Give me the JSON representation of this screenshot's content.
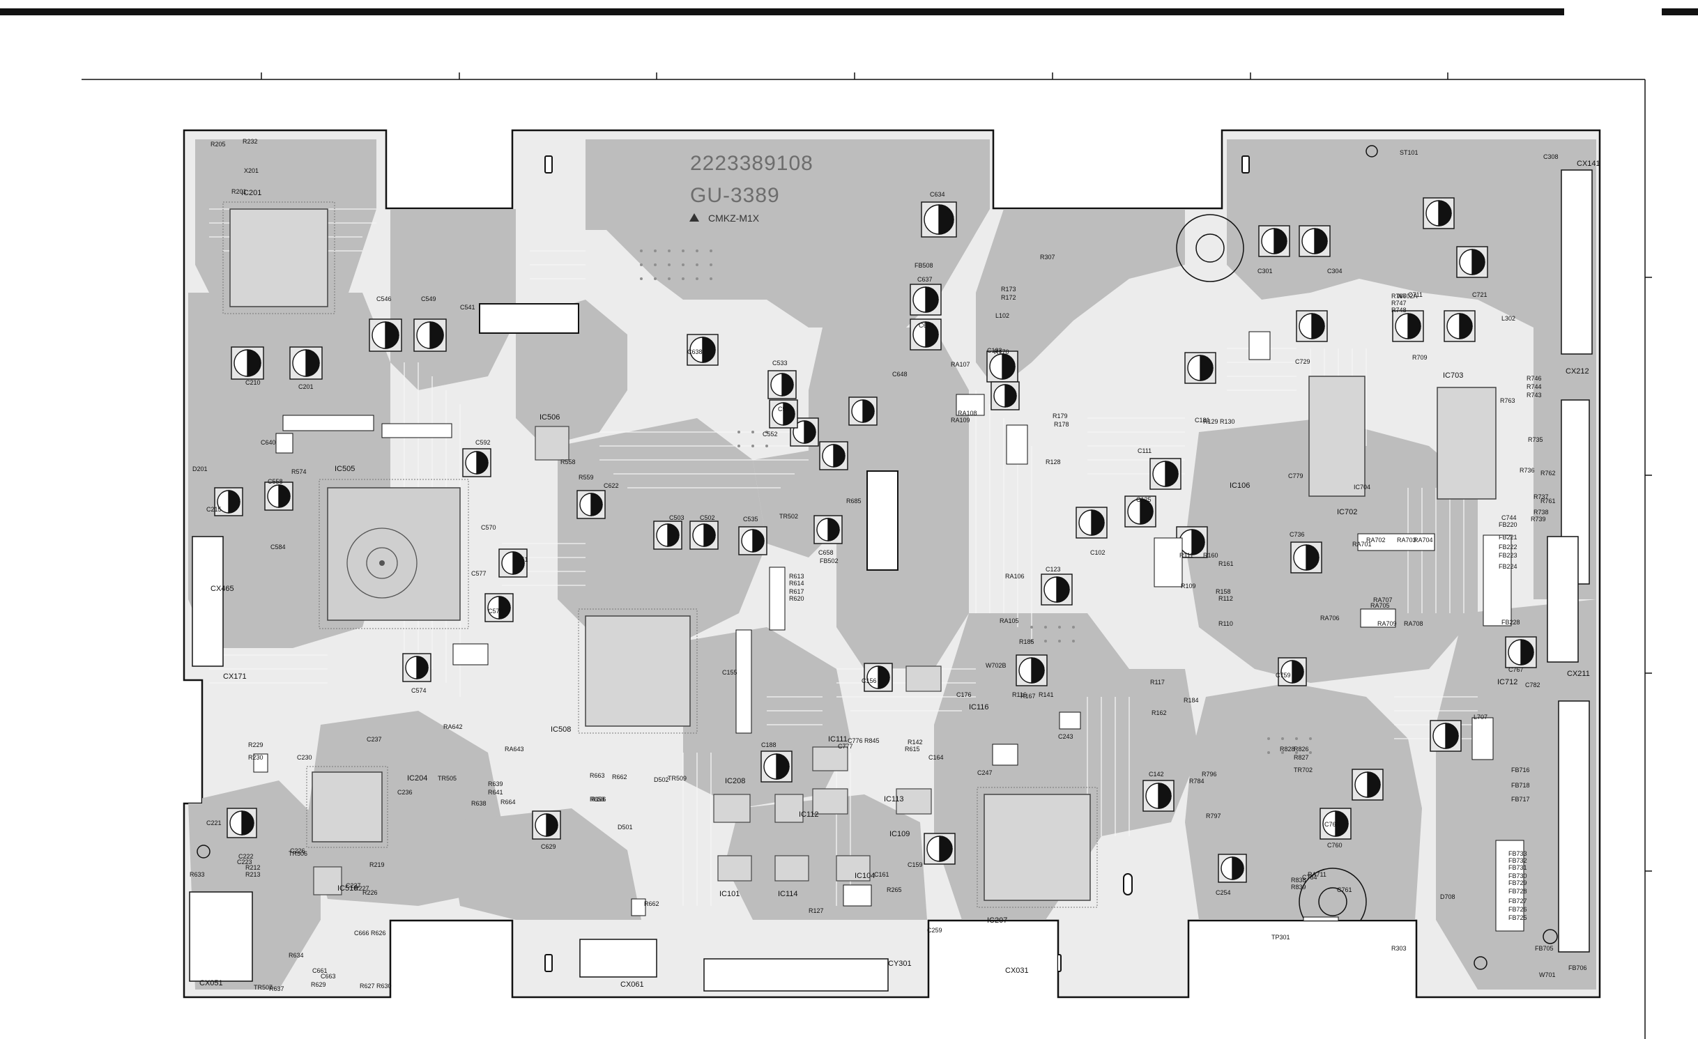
{
  "board": {
    "part_number": "2223389108",
    "model": "GU-3389",
    "marking": "CMKZ-M1X"
  },
  "chips": [
    {
      "ref": "IC201"
    },
    {
      "ref": "IC505"
    },
    {
      "ref": "IC506"
    },
    {
      "ref": "IC508"
    },
    {
      "ref": "IC204"
    },
    {
      "ref": "IC208"
    },
    {
      "ref": "IC101"
    },
    {
      "ref": "IC114"
    },
    {
      "ref": "IC207"
    },
    {
      "ref": "IC106"
    },
    {
      "ref": "IC702"
    },
    {
      "ref": "IC703"
    },
    {
      "ref": "IC116"
    },
    {
      "ref": "IC109"
    },
    {
      "ref": "IC113"
    },
    {
      "ref": "IC104"
    },
    {
      "ref": "IC510"
    },
    {
      "ref": "IC111"
    },
    {
      "ref": "IC112"
    },
    {
      "ref": "IC712"
    }
  ],
  "capacitors": [
    {
      "ref": "C546"
    },
    {
      "ref": "C549"
    },
    {
      "ref": "C210"
    },
    {
      "ref": "C201"
    },
    {
      "ref": "C634"
    },
    {
      "ref": "C637"
    },
    {
      "ref": "C639"
    },
    {
      "ref": "C638"
    },
    {
      "ref": "C533"
    },
    {
      "ref": "C648"
    },
    {
      "ref": "C538"
    },
    {
      "ref": "C552"
    },
    {
      "ref": "C592"
    },
    {
      "ref": "C558"
    },
    {
      "ref": "C215"
    },
    {
      "ref": "C551"
    },
    {
      "ref": "C503"
    },
    {
      "ref": "C502"
    },
    {
      "ref": "C535"
    },
    {
      "ref": "C658"
    },
    {
      "ref": "C576"
    },
    {
      "ref": "C574"
    },
    {
      "ref": "C133"
    },
    {
      "ref": "C111"
    },
    {
      "ref": "C125"
    },
    {
      "ref": "C102"
    },
    {
      "ref": "C123"
    },
    {
      "ref": "C181"
    },
    {
      "ref": "C301"
    },
    {
      "ref": "C304"
    },
    {
      "ref": "C711"
    },
    {
      "ref": "C721"
    },
    {
      "ref": "C729"
    },
    {
      "ref": "C736"
    },
    {
      "ref": "C767"
    },
    {
      "ref": "C759"
    },
    {
      "ref": "C779"
    },
    {
      "ref": "C221"
    },
    {
      "ref": "C629"
    },
    {
      "ref": "C156"
    },
    {
      "ref": "C188"
    },
    {
      "ref": "C142"
    },
    {
      "ref": "C254"
    },
    {
      "ref": "C763"
    },
    {
      "ref": "C308"
    },
    {
      "ref": "C744"
    },
    {
      "ref": "C782"
    },
    {
      "ref": "C541"
    },
    {
      "ref": "C640"
    },
    {
      "ref": "C584"
    },
    {
      "ref": "C622"
    },
    {
      "ref": "C577"
    },
    {
      "ref": "C570"
    },
    {
      "ref": "C227"
    },
    {
      "ref": "C226"
    },
    {
      "ref": "C230"
    },
    {
      "ref": "C236"
    },
    {
      "ref": "C237"
    },
    {
      "ref": "C155"
    },
    {
      "ref": "C176"
    },
    {
      "ref": "C243"
    },
    {
      "ref": "C247"
    },
    {
      "ref": "C159"
    },
    {
      "ref": "C161"
    },
    {
      "ref": "C164"
    },
    {
      "ref": "C259"
    }
  ],
  "resistors": [
    {
      "ref": "R205"
    },
    {
      "ref": "R232"
    },
    {
      "ref": "R201"
    },
    {
      "ref": "R307"
    },
    {
      "ref": "R173"
    },
    {
      "ref": "R172"
    },
    {
      "ref": "R170"
    },
    {
      "ref": "R574"
    },
    {
      "ref": "R559"
    },
    {
      "ref": "R558"
    },
    {
      "ref": "R685"
    },
    {
      "ref": "R633"
    },
    {
      "ref": "R634"
    },
    {
      "ref": "R637"
    },
    {
      "ref": "R303"
    },
    {
      "ref": "R158"
    },
    {
      "ref": "R160"
    },
    {
      "ref": "R161"
    },
    {
      "ref": "R112"
    },
    {
      "ref": "R110"
    },
    {
      "ref": "R109"
    },
    {
      "ref": "R111"
    },
    {
      "ref": "R766"
    },
    {
      "ref": "R747"
    },
    {
      "ref": "R748"
    },
    {
      "ref": "R709"
    },
    {
      "ref": "R746"
    },
    {
      "ref": "R744"
    },
    {
      "ref": "R743"
    },
    {
      "ref": "R763"
    },
    {
      "ref": "R735"
    },
    {
      "ref": "R736"
    },
    {
      "ref": "R737"
    },
    {
      "ref": "R739"
    },
    {
      "ref": "R738"
    },
    {
      "ref": "R762"
    },
    {
      "ref": "R761"
    },
    {
      "ref": "R129"
    },
    {
      "ref": "R130"
    },
    {
      "ref": "R178"
    },
    {
      "ref": "R179"
    },
    {
      "ref": "R128"
    },
    {
      "ref": "R265"
    },
    {
      "ref": "R127"
    },
    {
      "ref": "R784"
    },
    {
      "ref": "R796"
    },
    {
      "ref": "R797"
    },
    {
      "ref": "R838"
    },
    {
      "ref": "R839"
    },
    {
      "ref": "R826"
    },
    {
      "ref": "R827"
    },
    {
      "ref": "R828"
    },
    {
      "ref": "R229"
    },
    {
      "ref": "R230"
    },
    {
      "ref": "R212"
    },
    {
      "ref": "R213"
    },
    {
      "ref": "R219"
    },
    {
      "ref": "R227"
    },
    {
      "ref": "R226"
    },
    {
      "ref": "R638"
    },
    {
      "ref": "R639"
    },
    {
      "ref": "R641"
    },
    {
      "ref": "R664"
    },
    {
      "ref": "R663"
    },
    {
      "ref": "R662"
    },
    {
      "ref": "R658"
    },
    {
      "ref": "R662"
    },
    {
      "ref": "R166"
    },
    {
      "ref": "R167"
    },
    {
      "ref": "R116"
    },
    {
      "ref": "R117"
    },
    {
      "ref": "R162"
    },
    {
      "ref": "R184"
    },
    {
      "ref": "R185"
    },
    {
      "ref": "R141"
    },
    {
      "ref": "R142"
    },
    {
      "ref": "R615"
    },
    {
      "ref": "R613"
    },
    {
      "ref": "R614"
    },
    {
      "ref": "R617"
    },
    {
      "ref": "R620"
    }
  ],
  "connectors": [
    {
      "ref": "CX141"
    },
    {
      "ref": "CX212"
    },
    {
      "ref": "CX211"
    },
    {
      "ref": "CX171"
    },
    {
      "ref": "CX061"
    },
    {
      "ref": "CY301"
    },
    {
      "ref": "CX031"
    },
    {
      "ref": "CX051"
    },
    {
      "ref": "CX465"
    }
  ],
  "misc": [
    {
      "ref": "ST101"
    },
    {
      "ref": "TP301"
    },
    {
      "ref": "W702A"
    },
    {
      "ref": "W701"
    },
    {
      "ref": "W702B"
    },
    {
      "ref": "L302"
    },
    {
      "ref": "L102"
    },
    {
      "ref": "L707"
    },
    {
      "ref": "X201"
    },
    {
      "ref": "TR502"
    },
    {
      "ref": "TR506"
    },
    {
      "ref": "TR507"
    },
    {
      "ref": "FB508"
    },
    {
      "ref": "FB502"
    },
    {
      "ref": "FB705"
    },
    {
      "ref": "FB706"
    },
    {
      "ref": "FB220"
    },
    {
      "ref": "FB221"
    },
    {
      "ref": "FB222"
    },
    {
      "ref": "FB223"
    },
    {
      "ref": "FB224"
    },
    {
      "ref": "FB228"
    },
    {
      "ref": "FB733"
    },
    {
      "ref": "FB732"
    },
    {
      "ref": "FB731"
    },
    {
      "ref": "FB730"
    },
    {
      "ref": "FB729"
    },
    {
      "ref": "FB728"
    },
    {
      "ref": "FB727"
    },
    {
      "ref": "FB726"
    },
    {
      "ref": "FB725"
    },
    {
      "ref": "FB716"
    },
    {
      "ref": "FB717"
    },
    {
      "ref": "FB718"
    },
    {
      "ref": "RA711"
    },
    {
      "ref": "RA701"
    },
    {
      "ref": "RA702"
    },
    {
      "ref": "RA703"
    },
    {
      "ref": "RA704"
    },
    {
      "ref": "RA705"
    },
    {
      "ref": "RA706"
    },
    {
      "ref": "RA707"
    },
    {
      "ref": "RA708"
    },
    {
      "ref": "RA709"
    },
    {
      "ref": "RA643"
    },
    {
      "ref": "RA642"
    },
    {
      "ref": "RA109"
    },
    {
      "ref": "RA108"
    },
    {
      "ref": "RA107"
    },
    {
      "ref": "RA106"
    },
    {
      "ref": "RA105"
    },
    {
      "ref": "D201"
    },
    {
      "ref": "D502"
    },
    {
      "ref": "D501"
    },
    {
      "ref": "D708"
    },
    {
      "ref": "TR509"
    },
    {
      "ref": "TR505"
    },
    {
      "ref": "IC704"
    },
    {
      "ref": "C666 R626"
    },
    {
      "ref": "R627 R630"
    },
    {
      "ref": "C776 R845"
    },
    {
      "ref": "C777"
    },
    {
      "ref": "C222"
    },
    {
      "ref": "C223"
    },
    {
      "ref": "TR702"
    },
    {
      "ref": "C784"
    },
    {
      "ref": "C760"
    },
    {
      "ref": "C761"
    },
    {
      "ref": "C663"
    },
    {
      "ref": "C661"
    },
    {
      "ref": "R629"
    }
  ]
}
